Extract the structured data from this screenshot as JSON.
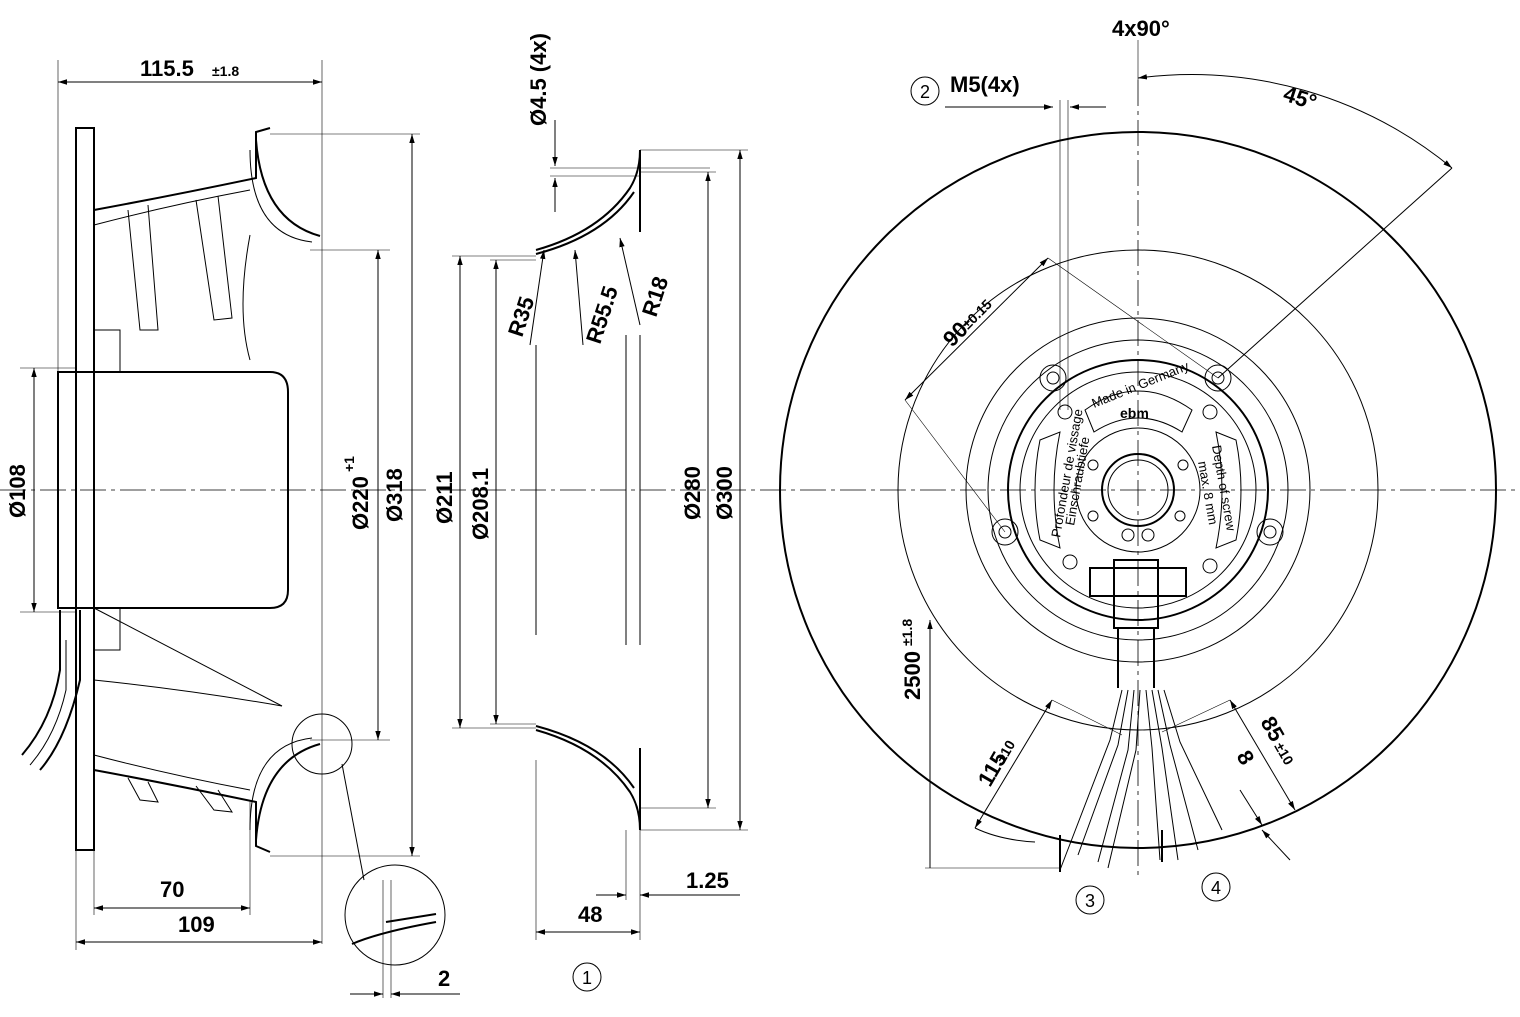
{
  "left_view": {
    "dim_width_top": "115.5",
    "dim_width_top_tol": "±1.8",
    "dim_hub_dia": "Ø108",
    "dim_inlet_dia": "Ø220",
    "dim_inlet_dia_tol": "+1",
    "dim_outer_dia": "Ø318",
    "dim_70": "70",
    "dim_109": "109",
    "detail_dim": "2"
  },
  "middle_view": {
    "hole_dia": "Ø4.5 (4x)",
    "r35": "R35",
    "r55": "R55.5",
    "r18": "R18",
    "dia_211": "Ø211",
    "dia_208": "Ø208.1",
    "dia_280": "Ø280",
    "dia_300": "Ø300",
    "dim_48": "48",
    "dim_125": "1.25",
    "callout_1": "1"
  },
  "right_view": {
    "angle_4x90": "4x90°",
    "angle_45": "45°",
    "callout_2": "2",
    "thread": "M5(4x)",
    "dim_90": "90",
    "dim_90_tol": "±0.15",
    "cable_length": "2500",
    "cable_length_tol": "±1.8",
    "dim_115": "115",
    "dim_115_tol": "±10",
    "dim_85": "85",
    "dim_85_tol": "±10",
    "dim_8": "8",
    "callout_3": "3",
    "callout_4": "4",
    "label_made": "Made in Germany",
    "label_brand": "ebm",
    "label_fr1": "Profondeur de vissage",
    "label_fr2": "Einschraubtiefe",
    "label_en1": "Depth of screw",
    "label_en2": "max. 8 mm"
  }
}
